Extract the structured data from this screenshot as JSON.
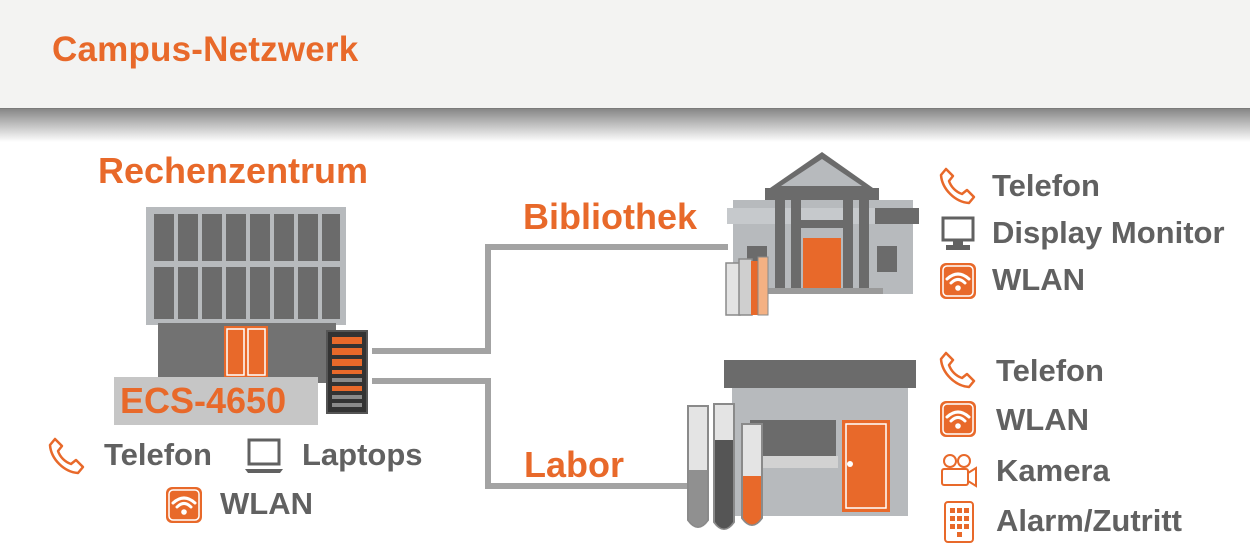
{
  "header": {
    "title": "Campus-Netzwerk"
  },
  "datacenter": {
    "title": "Rechenzentrum",
    "switch_label": "ECS-4650",
    "services": [
      "Telefon",
      "Laptops",
      "WLAN"
    ]
  },
  "library": {
    "title": "Bibliothek",
    "services": [
      "Telefon",
      "Display Monitor",
      "WLAN"
    ]
  },
  "lab": {
    "title": "Labor",
    "services": [
      "Telefon",
      "WLAN",
      "Kamera",
      "Alarm/Zutritt"
    ]
  },
  "colors": {
    "accent": "#e8692a",
    "text_gray": "#616161",
    "line_gray": "#a3a3a3",
    "building_gray": "#b7babd",
    "dark_gray": "#6b6b6b"
  },
  "icons": [
    "phone-icon",
    "laptop-icon",
    "wifi-icon",
    "monitor-icon",
    "camera-icon",
    "keypad-icon",
    "server-rack-icon",
    "books-icon",
    "test-tubes-icon"
  ]
}
